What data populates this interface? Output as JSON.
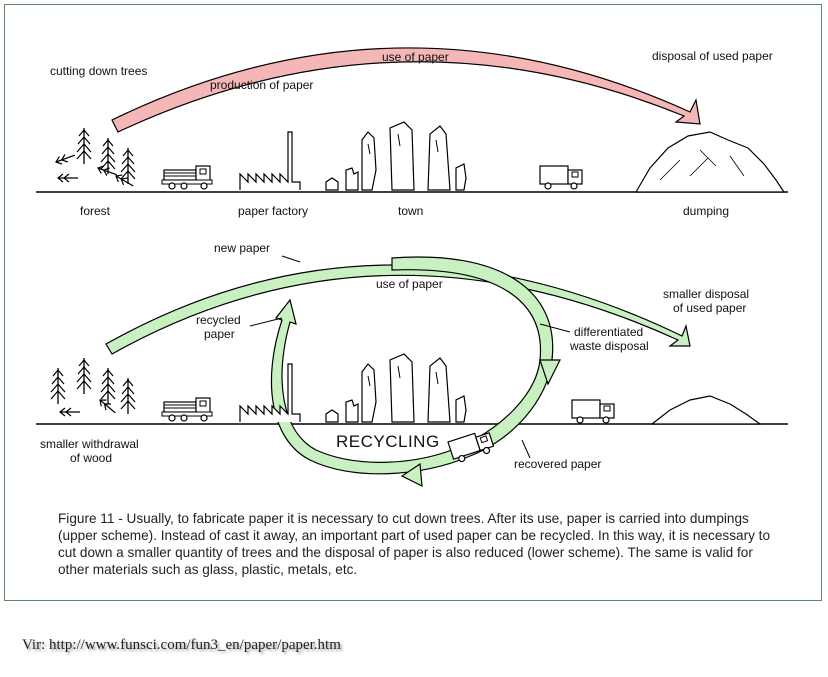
{
  "upper": {
    "cutting_down_trees": "cutting down trees",
    "production_of_paper": "production of paper",
    "use_of_paper": "use of paper",
    "disposal_of_used_paper": "disposal of used paper",
    "forest": "forest",
    "paper_factory": "paper factory",
    "town": "town",
    "dumping": "dumping"
  },
  "lower": {
    "new_paper": "new paper",
    "use_of_paper": "use of paper",
    "smaller_disposal_line1": "smaller disposal",
    "smaller_disposal_line2": "of used paper",
    "recycled_paper_line1": "recycled",
    "recycled_paper_line2": "paper",
    "differentiated_line1": "differentiated",
    "differentiated_line2": "waste disposal",
    "recycling": "RECYCLING",
    "recovered_paper": "recovered paper",
    "smaller_withdrawal_line1": "smaller withdrawal",
    "smaller_withdrawal_line2": "of wood"
  },
  "caption": "Figure 11 - Usually, to fabricate paper it is necessary to cut down trees. After its use, paper is carried into dumpings (upper scheme). Instead of cast it away, an important part of used paper can be recycled. In this way, it is necessary to cut down a smaller quantity of trees and the disposal of paper is also reduced (lower scheme). The same is valid for other materials such as glass, plastic, metals, etc.",
  "source": "Vir: http://www.funsci.com/fun3_en/paper/paper.htm",
  "colors": {
    "upper_arrow": "#f4b6b6",
    "lower_arrows": "#c8f0c0",
    "frame": "#5a8a5a"
  }
}
